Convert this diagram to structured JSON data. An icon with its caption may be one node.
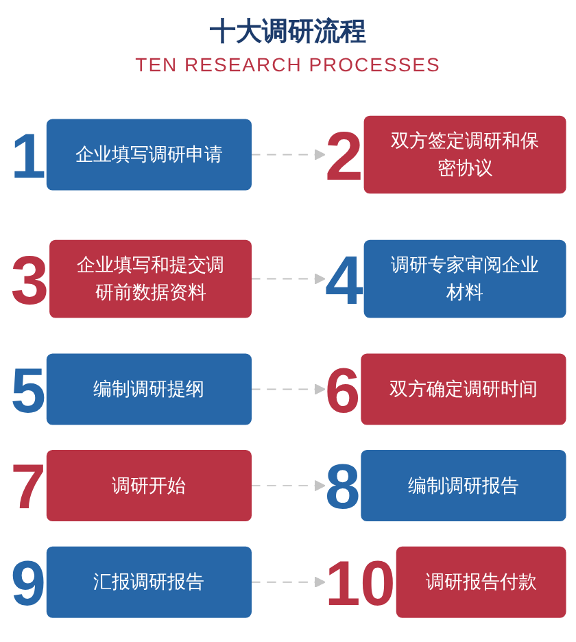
{
  "diagram": {
    "title": "十大调研流程",
    "nodes": [
      {
        "text": [
          "企业填写调研申请"
        ],
        "beside": [
          "1"
        ]
      },
      {
        "text": [
          "双方签定调研和保密协议"
        ],
        "beside": [
          "2"
        ]
      },
      {
        "text": [
          "企业填写和提交调研前数据资料"
        ],
        "beside": [
          "3"
        ]
      },
      {
        "text": [
          "调研专家审阅企业材料"
        ],
        "beside": [
          "4"
        ]
      },
      {
        "text": [
          "编制调研提纲"
        ],
        "beside": [
          "5"
        ]
      },
      {
        "text": [
          "双方确定调研时间"
        ],
        "beside": [
          "6"
        ]
      },
      {
        "text": [
          "调研开始"
        ],
        "beside": [
          "7"
        ]
      },
      {
        "text": [
          "编制调研报告"
        ],
        "beside": [
          "8"
        ]
      },
      {
        "text": [
          "汇报调研报告"
        ],
        "beside": [
          "9"
        ]
      },
      {
        "text": [
          "调研报告付款"
        ],
        "beside": [
          "10"
        ]
      }
    ],
    "edges": [
      {
        "from": 0,
        "to": 1,
        "arrow": "to",
        "style": "dashed"
      },
      {
        "from": 2,
        "to": 3,
        "arrow": "to",
        "style": "dashed"
      },
      {
        "from": 4,
        "to": 5,
        "arrow": "to",
        "style": "dashed"
      },
      {
        "from": 6,
        "to": 7,
        "arrow": "to",
        "style": "dashed"
      },
      {
        "from": 8,
        "to": 9,
        "arrow": "to",
        "style": "dashed"
      }
    ],
    "labels": [
      "TEN RESEARCH PROCESSES"
    ]
  }
}
